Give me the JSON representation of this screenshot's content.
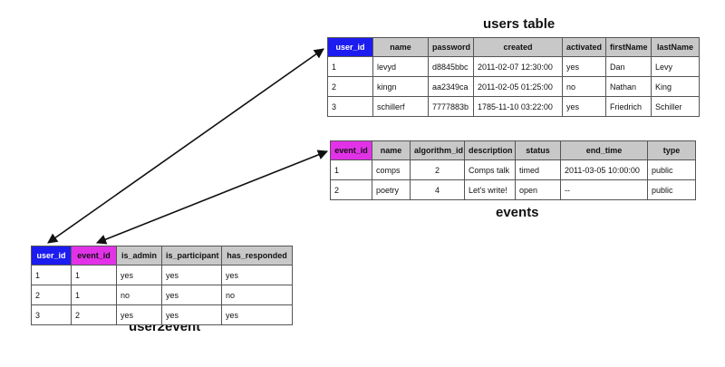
{
  "colors": {
    "user_id_key": "#1c1cf0",
    "event_id_key": "#e232e8",
    "header": "#c8c8c8"
  },
  "users": {
    "caption": "users table",
    "headers": [
      "user_id",
      "name",
      "password",
      "created",
      "activated",
      "firstName",
      "lastName"
    ],
    "rows": [
      [
        "1",
        "levyd",
        "d8845bbc",
        "2011-02-07 12:30:00",
        "yes",
        "Dan",
        "Levy"
      ],
      [
        "2",
        "kingn",
        "aa2349ca",
        "2011-02-05 01:25:00",
        "no",
        "Nathan",
        "King"
      ],
      [
        "3",
        "schillerf",
        "7777883b",
        "1785-11-10 03:22:00",
        "yes",
        "Friedrich",
        "Schiller"
      ]
    ]
  },
  "events": {
    "caption": "events",
    "headers": [
      "event_id",
      "name",
      "algorithm_id",
      "description",
      "status",
      "end_time",
      "type"
    ],
    "rows": [
      [
        "1",
        "comps",
        "2",
        "Comps talk",
        "timed",
        "2011-03-05 10:00:00",
        "public"
      ],
      [
        "2",
        "poetry",
        "4",
        "Let's write!",
        "open",
        "--",
        "public"
      ]
    ]
  },
  "user2event": {
    "caption": "user2event",
    "headers": [
      "user_id",
      "event_id",
      "is_admin",
      "is_participant",
      "has_responded"
    ],
    "rows": [
      [
        "1",
        "1",
        "yes",
        "yes",
        "yes"
      ],
      [
        "2",
        "1",
        "no",
        "yes",
        "no"
      ],
      [
        "3",
        "2",
        "yes",
        "yes",
        "yes"
      ]
    ]
  }
}
